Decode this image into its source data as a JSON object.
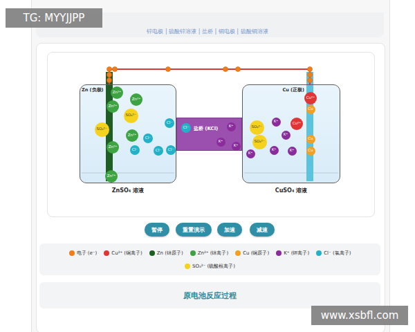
{
  "diagram": {
    "nodes": [
      {
        "text": [
          "Zn (负极)",
          "ZnSO₄ 溶液"
        ]
      },
      {
        "text": [
          "盐桥 (KCl)"
        ]
      },
      {
        "text": [
          "Cu (正极)",
          "CuSO₄ 溶液"
        ]
      },
      {
        "text": [
          "Zn²⁺"
        ],
        "in": 0
      },
      {
        "text": [
          "Zn²⁺"
        ],
        "in": 0
      },
      {
        "text": [
          "Zn²⁺"
        ],
        "in": 0
      },
      {
        "text": [
          "SO₄²⁻"
        ],
        "in": 0
      },
      {
        "text": [
          "SO₄²⁻"
        ],
        "in": 0
      },
      {
        "text": [
          "Zn²⁺"
        ],
        "in": 0
      },
      {
        "text": [
          "Zn²⁺"
        ],
        "in": 0
      },
      {
        "text": [
          "Zn²⁺"
        ],
        "in": 0
      },
      {
        "text": [
          "Cl⁻"
        ],
        "in": 0
      },
      {
        "text": [
          "Cl⁻"
        ],
        "in": 0
      },
      {
        "text": [
          "Cl⁻"
        ],
        "in": 0
      },
      {
        "text": [
          "Cl⁻"
        ],
        "in": 0
      },
      {
        "text": [
          "Cl⁻"
        ],
        "in": 0
      },
      {
        "text": [
          "Cl⁻"
        ],
        "in": 1
      },
      {
        "text": [
          "K⁺"
        ],
        "in": 1
      },
      {
        "text": [
          "K⁺"
        ],
        "in": 1
      },
      {
        "text": [
          "K⁺"
        ],
        "in": 1
      },
      {
        "text": [
          "Cu²⁺"
        ],
        "in": 2
      },
      {
        "text": [
          "Cu"
        ],
        "in": 2
      },
      {
        "text": [
          "SO₄²⁻"
        ],
        "in": 2
      },
      {
        "text": [
          "SO₄²⁻"
        ],
        "in": 2
      },
      {
        "text": [
          "K⁺"
        ],
        "in": 2
      },
      {
        "text": [
          "Cu²⁺"
        ],
        "in": 2
      },
      {
        "text": [
          "K⁺"
        ],
        "in": 2
      },
      {
        "text": [
          "Cu"
        ],
        "in": 2
      },
      {
        "text": [
          "Cu"
        ],
        "in": 2
      },
      {
        "text": [
          "K⁺"
        ],
        "in": 2
      },
      {
        "text": [
          "K⁺"
        ],
        "in": 2
      },
      {
        "text": [
          "K⁺"
        ],
        "in": 2
      },
      {
        "text": [
          "暂停"
        ]
      },
      {
        "text": [
          "重置演示"
        ]
      },
      {
        "text": [
          "加速"
        ]
      },
      {
        "text": [
          "减速"
        ]
      },
      {
        "text": [
          "原电池反应过程"
        ]
      }
    ],
    "edges": [
      {
        "from": 0,
        "to": 2,
        "arrow": "none"
      }
    ],
    "labels": [
      "TG: MYYJJPP",
      "锌电极 | 硫酸锌溶液 | 盐桥 | 铜电极 | 硫酸铜溶液",
      "www.xsbfl.com"
    ],
    "legend": [
      {
        "text": "电子 (e⁻)",
        "color": "#f07d1a"
      },
      {
        "text": "Cu²⁺ (铜离子)",
        "color": "#e03535"
      },
      {
        "text": "Zn (锌原子)",
        "color": "#1e5e22"
      },
      {
        "text": "Zn²⁺ (锌离子)",
        "color": "#3ea443"
      },
      {
        "text": "Cu (铜原子)",
        "color": "#f2a024"
      },
      {
        "text": "K⁺ (钾离子)",
        "color": "#8a2c9c"
      },
      {
        "text": "Cl⁻ (氯离子)",
        "color": "#22b2c8"
      },
      {
        "text": "SO₄²⁻ (硫酸根离子)",
        "color": "#f5d21e"
      }
    ]
  }
}
